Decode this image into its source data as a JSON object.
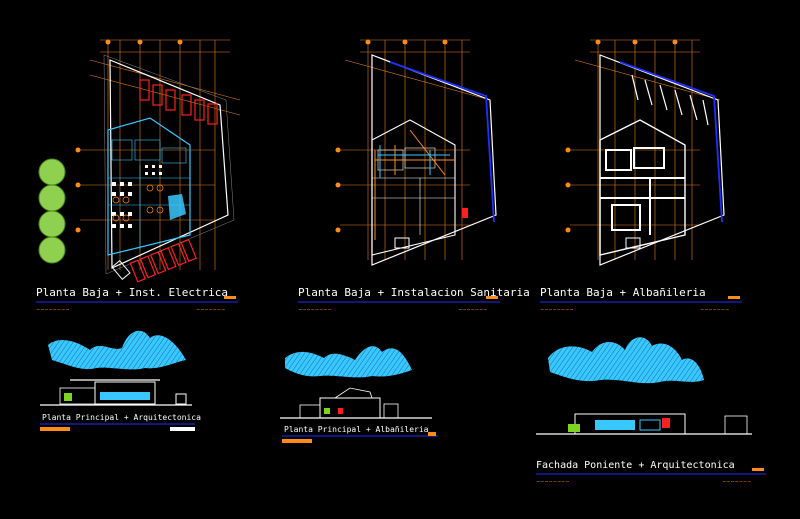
{
  "titles": {
    "plan1": "Planta Baja + Inst. Electrica",
    "plan2": "Planta Baja + Instalacion Sanitaria",
    "plan3": "Planta Baja + Albañileria",
    "elev1": "Planta   Principal + Arquitectonica",
    "elev2": "Planta   Principal + Albañileria",
    "elev3": "Fachada    Poniente + Arquitectonica"
  },
  "colors": {
    "background": "#000000",
    "cyan": "#38c8ff",
    "orange": "#ff8c1a",
    "blue": "#2030ff",
    "white": "#ffffff",
    "red": "#ff2020",
    "green": "#7ed321"
  }
}
